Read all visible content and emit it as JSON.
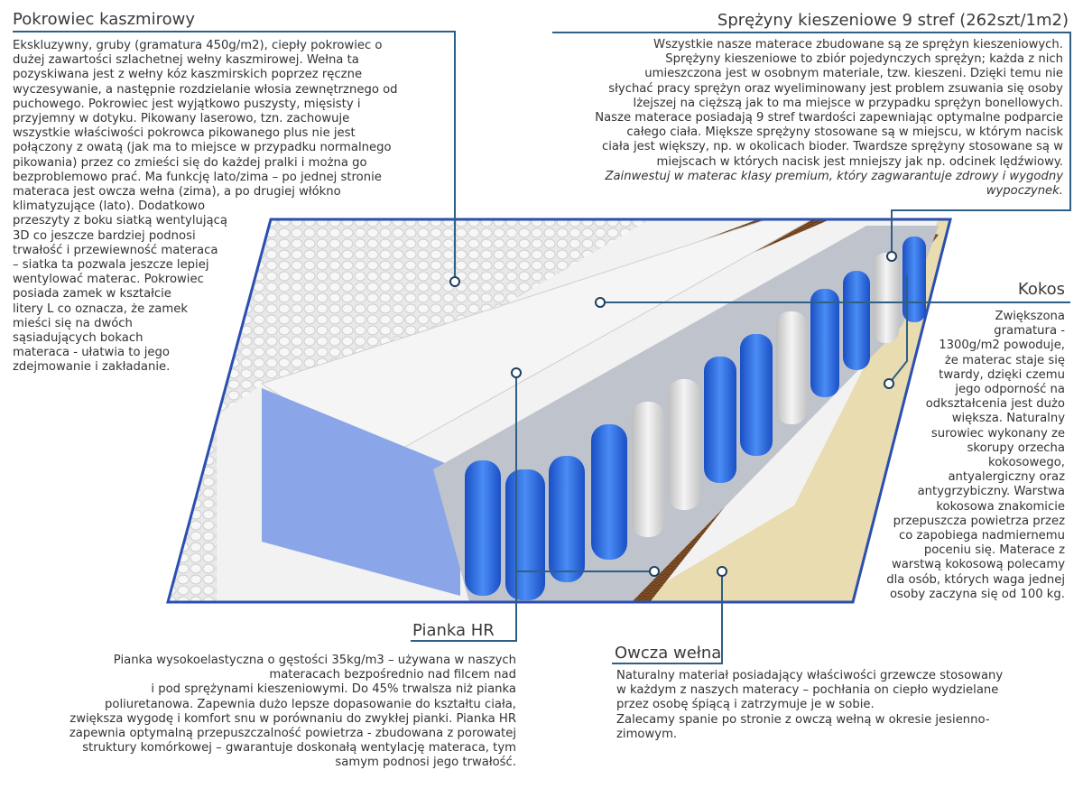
{
  "colors": {
    "leader": "#2e5f86",
    "frame": "#2a4fb0",
    "spring": "#2f6fe0",
    "coir": "#6b3f1c"
  },
  "cover": {
    "title": "Pokrowiec kaszmirowy",
    "lines": [
      "Ekskluzywny, gruby (gramatura 450g/m2), ciepły pokrowiec o",
      "dużej zawartości szlachetnej wełny kaszmirowej. Wełna ta",
      "pozyskiwana jest z wełny kóz kaszmirskich poprzez ręczne",
      "wyczesywanie, a następnie rozdzielanie włosia zewnętrznego od",
      "puchowego. Pokrowiec jest wyjątkowo puszysty, mięsisty i",
      "przyjemny w dotyku. Pikowany laserowo, tzn. zachowuje",
      "wszystkie właściwości pokrowca pikowanego plus nie jest",
      "połączony z owatą (jak ma to miejsce w przypadku normalnego",
      "pikowania) przez co zmieści się do każdej pralki i można go",
      "bezproblemowo prać. Ma funkcję lato/zima – po jednej stronie",
      "materaca jest owcza wełna (zima), a po drugiej włókno",
      "klimatyzujące (lato). Dodatkowo",
      "przeszyty z boku siatką wentylującą",
      "3D co jeszcze bardziej podnosi",
      "trwałość i przewiewność materaca",
      "– siatka ta pozwala jeszcze lepiej",
      "wentylować materac. Pokrowiec",
      "posiada zamek w kształcie",
      "litery L co oznacza, że zamek",
      "mieści się na dwóch",
      "sąsiadujących bokach",
      "materaca - ułatwia to jego",
      "zdejmowanie i zakładanie."
    ]
  },
  "springs": {
    "title": "Sprężyny kieszeniowe 9 stref (262szt/1m2)",
    "lines": [
      "Wszystkie nasze materace zbudowane są ze sprężyn kieszeniowych.",
      "Sprężyny kieszeniowe to zbiór pojedynczych sprężyn; każda z nich",
      "umieszczona jest w osobnym materiale, tzw. kieszeni.  Dzięki temu nie",
      "słychać pracy sprężyn oraz wyeliminowany jest problem zsuwania się osoby",
      "lżejszej na cięższą jak to ma miejsce w przypadku sprężyn bonellowych.",
      "Nasze materace posiadają 9 stref twardości zapewniając optymalne podparcie",
      "całego ciała. Miększe sprężyny stosowane są w miejscu, w którym nacisk",
      "ciała jest większy, np. w okolicach bioder. Twardsze sprężyny stosowane są w",
      "miejscach w których nacisk jest mniejszy jak np. odcinek lędźwiowy."
    ],
    "italic_lines": [
      "Zainwestuj w materac klasy premium, który zagwarantuje zdrowy i wygodny",
      "wypoczynek."
    ]
  },
  "coir": {
    "title": "Kokos",
    "lines": [
      "Zwiększona",
      "gramatura -",
      "1300g/m2 powoduje,",
      "że materac staje się",
      "twardy, dzięki czemu",
      "jego odporność na",
      "odkształcenia jest dużo",
      "większa. Naturalny",
      "surowiec wykonany ze",
      "skorupy orzecha",
      "kokosowego,",
      "antyalergiczny oraz",
      "antygrzybiczny. Warstwa",
      "kokosowa znakomicie",
      "przepuszcza powietrza przez",
      "co zapobiega nadmiernemu",
      "poceniu się. Materace z",
      "warstwą kokosową polecamy",
      "dla osób, których waga jednej",
      "osoby zaczyna się od 100 kg."
    ]
  },
  "foam": {
    "title": "Pianka HR",
    "lines": [
      "Pianka wysokoelastyczna o gęstości 35kg/m3 – używana w naszych",
      "materacach bezpośrednio nad filcem nad",
      "i pod sprężynami kieszeniowymi. Do 45% trwalsza niż pianka",
      "poliuretanowa. Zapewnia dużo lepsze dopasowanie do kształtu ciała,",
      "zwiększa wygodę i komfort snu w porównaniu do zwykłej pianki. Pianka HR",
      "zapewnia optymalną przepuszczalność powietrza - zbudowana z porowatej",
      "struktury komórkowej – gwarantuje doskonałą wentylację materaca, tym",
      "samym podnosi jego trwałość."
    ]
  },
  "wool": {
    "title": "Owcza wełna",
    "lines": [
      "Naturalny materiał posiadający właściwości grzewcze stosowany",
      "w każdym z naszych materacy – pochłania on ciepło wydzielane",
      "przez osobę śpiącą i zatrzymuje je w sobie.",
      "Zalecamy spanie po stronie z owczą wełną w okresie jesienno-",
      "zimowym."
    ]
  }
}
